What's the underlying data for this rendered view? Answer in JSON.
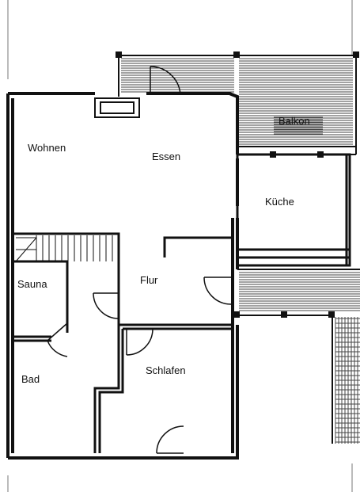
{
  "rooms": {
    "balkon": "Balkon",
    "wohnen": "Wohnen",
    "essen": "Essen",
    "kueche": "Küche",
    "sauna": "Sauna",
    "flur": "Flur",
    "bad": "Bad",
    "schlafen": "Schlafen"
  },
  "colors": {
    "line": "#111111",
    "background": "#ffffff",
    "hatch": "#444444"
  }
}
